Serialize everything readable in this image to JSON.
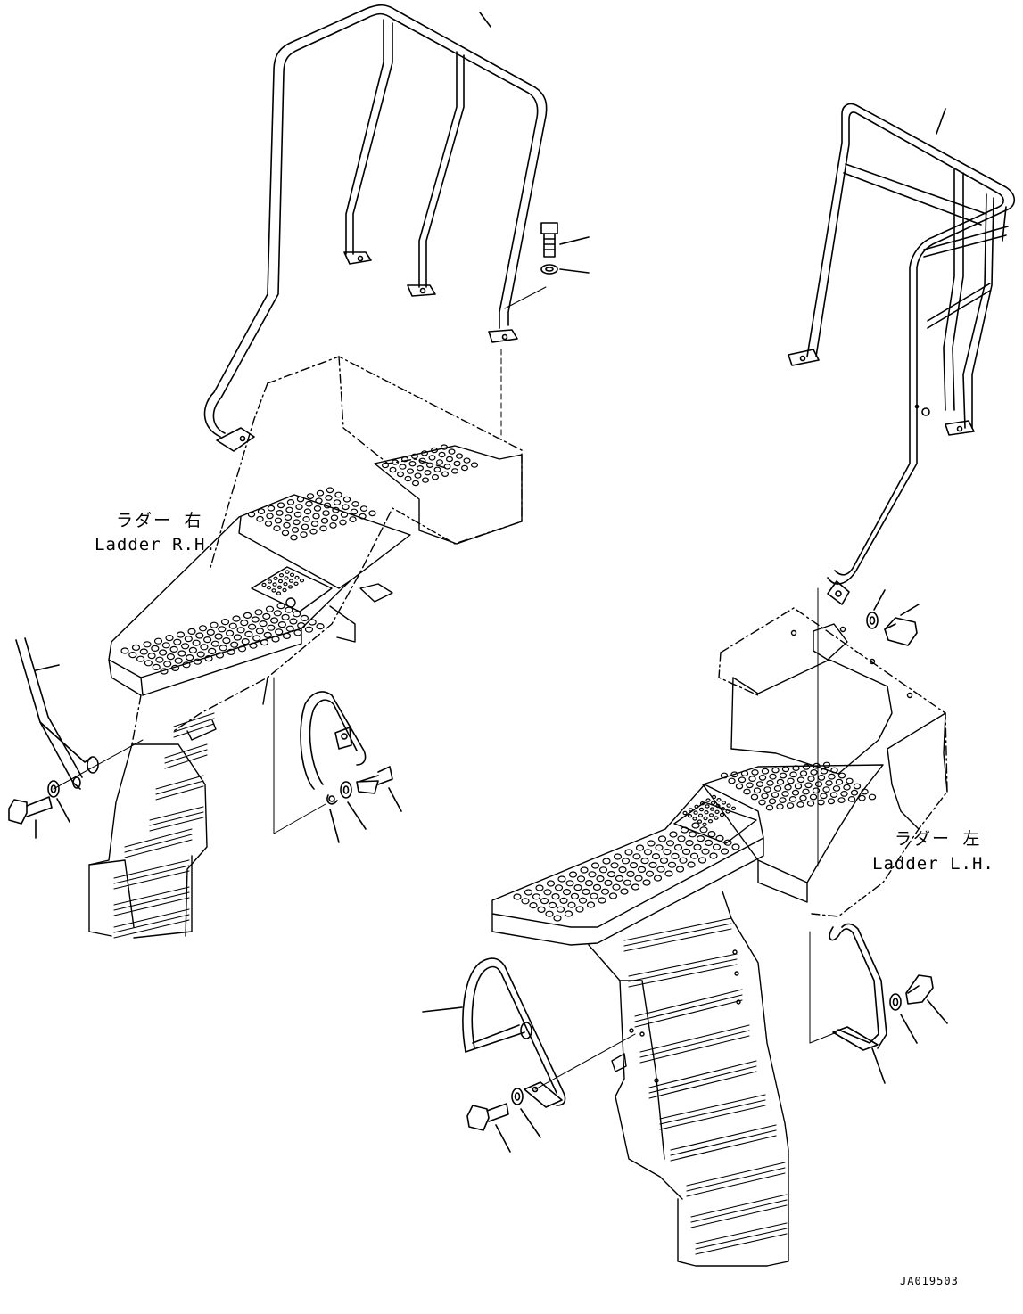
{
  "labels": {
    "right_ladder_jp": "ラダー 右",
    "right_ladder_en": "Ladder R.H.",
    "left_ladder_jp": "ラダー 左",
    "left_ladder_en": "Ladder L.H.",
    "drawing_code": "JA019503"
  },
  "colors": {
    "line": "#000000",
    "background": "#ffffff"
  }
}
